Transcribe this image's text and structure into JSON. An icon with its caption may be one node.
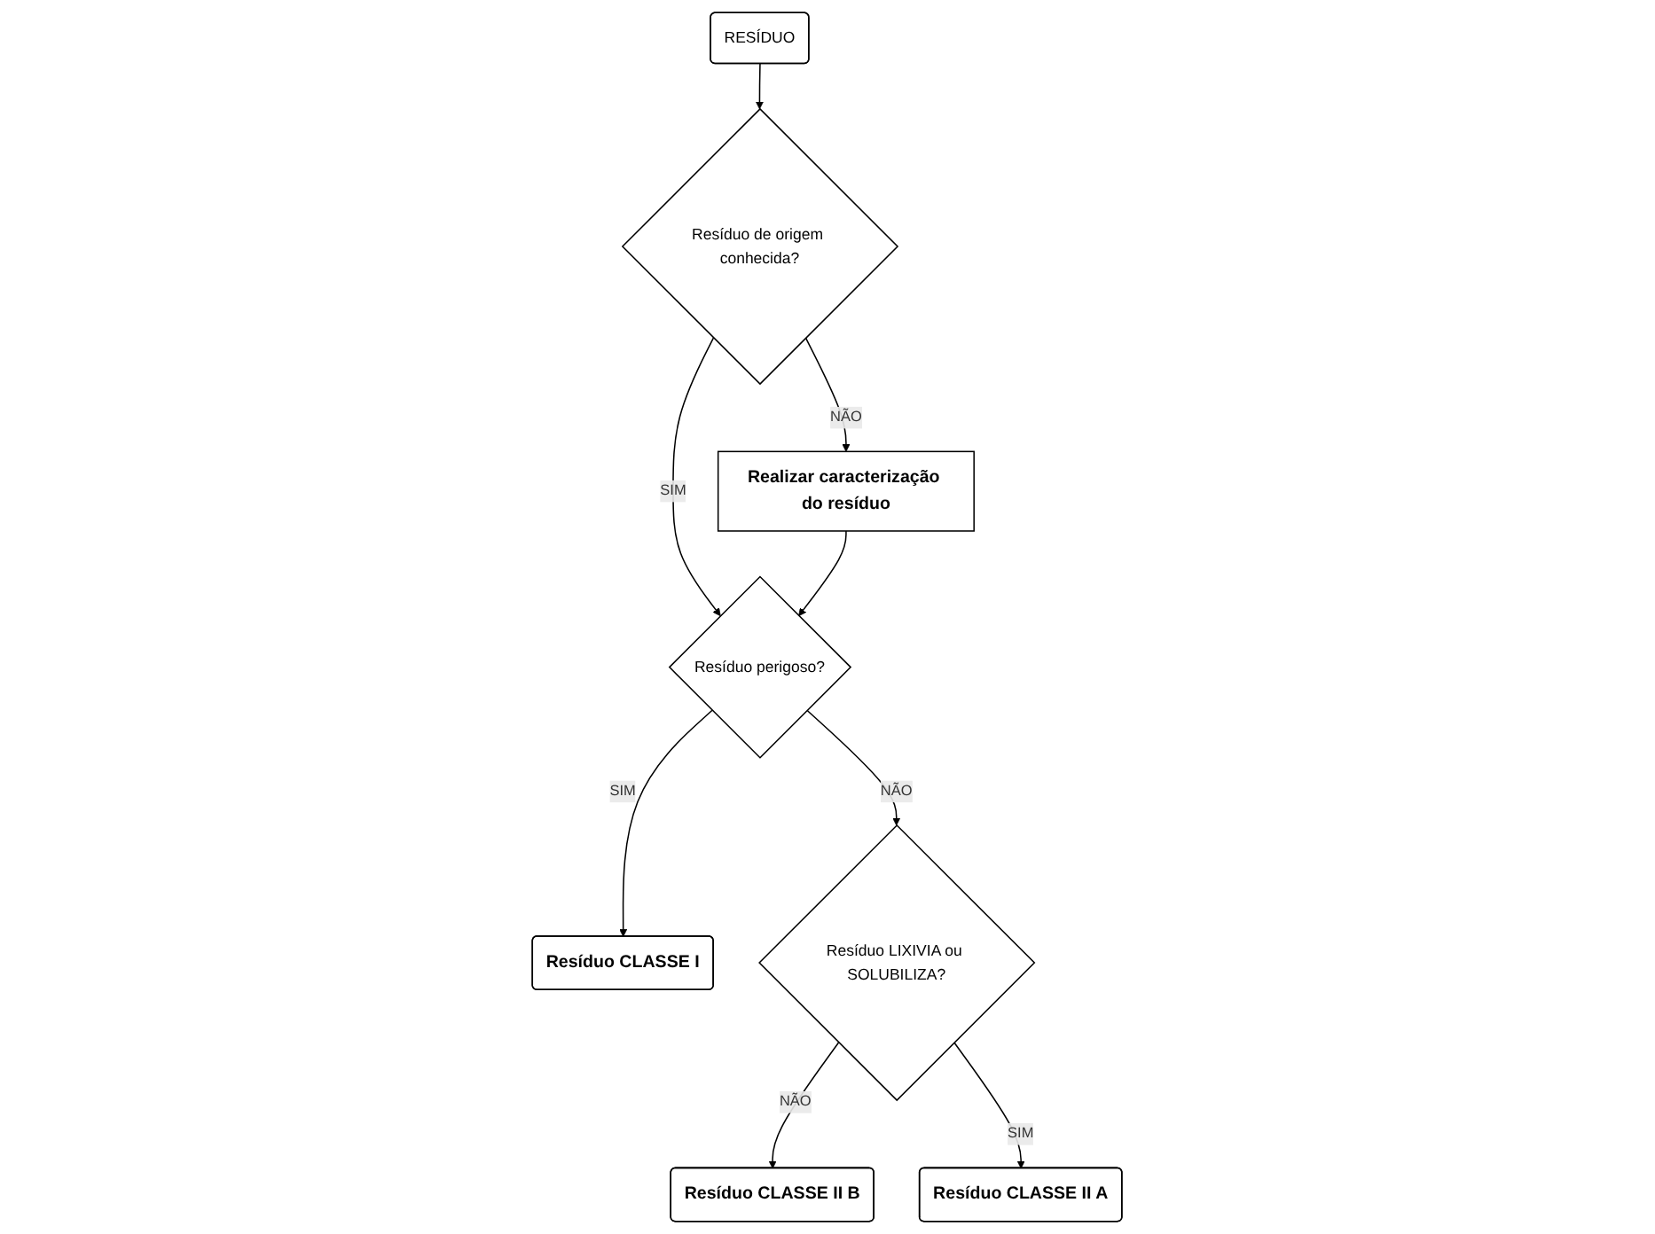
{
  "diagram": {
    "nodes": [
      {
        "text": [
          "RESÍDUO"
        ]
      },
      {
        "text": [
          "Resíduo de origem conhecida?"
        ]
      },
      {
        "text": [
          "Realizar caracterização do resíduo"
        ]
      },
      {
        "text": [
          "Resíduo perigoso?"
        ]
      },
      {
        "text": [
          "Resíduo CLASSE I"
        ]
      },
      {
        "text": [
          "Resíduo CLASSE II B"
        ]
      },
      {
        "text": [
          "Resíduo LIXIVIA ou SOLUBILIZA?"
        ]
      },
      {
        "text": [
          "Resíduo CLASSE II A"
        ]
      }
    ],
    "edges": [
      {
        "from": 0,
        "to": 1,
        "arrow": "to"
      },
      {
        "from": 1,
        "to": 2,
        "label": "NÃO",
        "arrow": "to"
      },
      {
        "from": 1,
        "to": 3,
        "label": "SIM",
        "arrow": "to"
      },
      {
        "from": 2,
        "to": 3,
        "arrow": "to"
      },
      {
        "from": 3,
        "to": 4,
        "label": "SIM",
        "arrow": "to"
      },
      {
        "from": 3,
        "to": 6,
        "label": "NÃO",
        "arrow": "to"
      },
      {
        "from": 6,
        "to": 5,
        "label": "NÃO",
        "arrow": "to"
      },
      {
        "from": 6,
        "to": 7,
        "label": "SIM",
        "arrow": "to"
      }
    ]
  }
}
